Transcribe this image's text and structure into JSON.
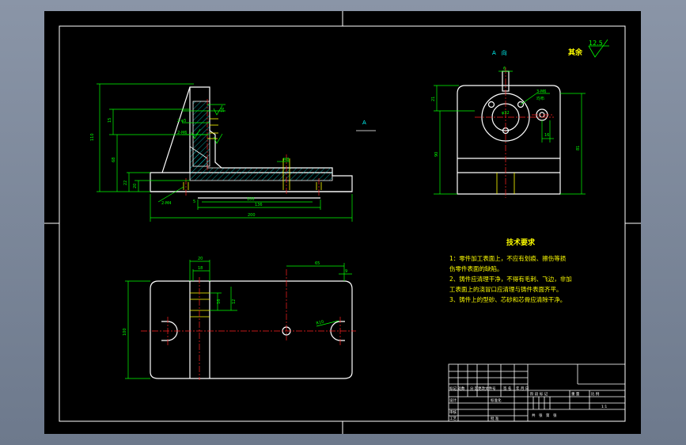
{
  "colors": {
    "paper": "#000000",
    "frame": "#ffffff",
    "outline": "#ffffff",
    "dimension": "#00ff00",
    "center_line": "#ff2020",
    "hidden": "#ffff00",
    "hatch": "#00c8c8",
    "text_cyan": "#00ffff",
    "text_yellow": "#ffff00",
    "text_green": "#00ff00",
    "viewport_bg": "#7a8699"
  },
  "view_labels": {
    "view_a_title": "A　向",
    "view_arrow": "A",
    "surface_symbol_prefix": "其余",
    "surface_value": "12.5"
  },
  "dims": {
    "front": {
      "d110": "110",
      "d68": "68",
      "d22": "22",
      "d20": "20",
      "d15": "15",
      "d200": "200",
      "d136": "136",
      "d100": "100",
      "d5": "5",
      "hole_2phi5": "2-φ5",
      "hole_2m6": "2-M6",
      "hole_2m4": "2-M4",
      "d16": "16",
      "m8": "M8"
    },
    "side": {
      "d21": "21",
      "d90": "90",
      "d16": "16",
      "d81": "81",
      "d6": "6",
      "phi32": "φ32",
      "hole_3m6": "3-M6",
      "note_phi5": "均布"
    },
    "top": {
      "d20": "20",
      "d18": "18",
      "d65": "65",
      "d9": "9",
      "d100": "100",
      "d16": "16",
      "d12": "12",
      "r10": "R10"
    }
  },
  "tech": {
    "title": "技术要求",
    "line1": "1：零件加工表面上，不应有划痕、擦伤等损",
    "line2": "伤零件表面的缺陷。",
    "line3": "2、铸件应清理干净，不得有毛刺、飞边，非加",
    "line4": "工表面上的浇冒口应清理与铸件表面齐平。",
    "line5": "3、铸件上的型砂、芯砂和芯骨应清除干净。"
  },
  "title_block": {
    "r1": "标记 处数",
    "r2": "分 区",
    "r3": "更改文件号",
    "r4": "签 名",
    "r5": "年 月 日",
    "design": "设计",
    "std": "标准化",
    "stage": "阶 段 标 记",
    "weight": "重 量",
    "scale": "比 例",
    "scale_val": "1:1",
    "check": "审核",
    "process": "工艺",
    "approve": "批 准",
    "sheet": "共　张　第　张"
  }
}
